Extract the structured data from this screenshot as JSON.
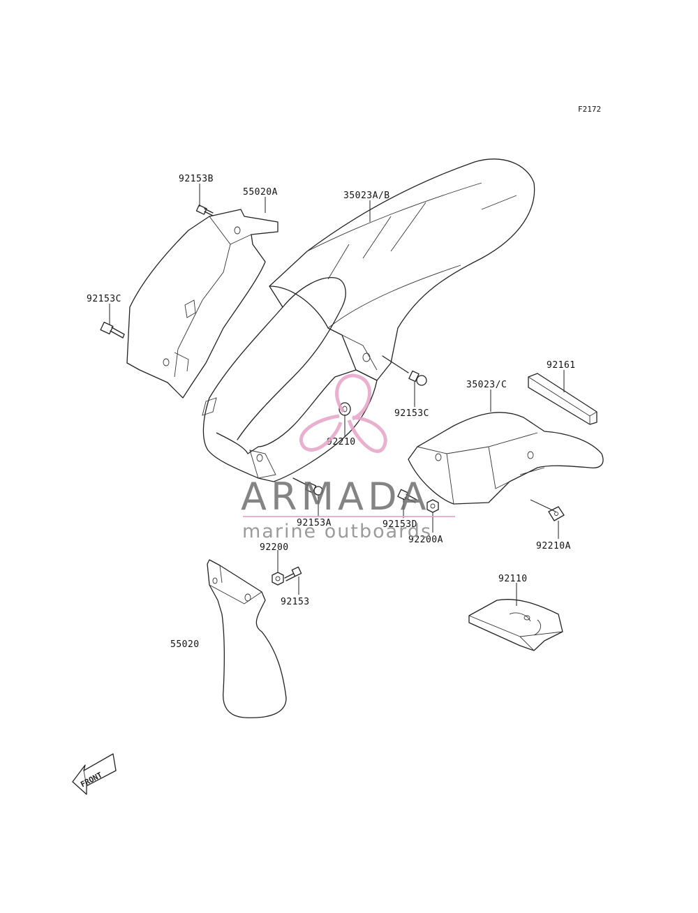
{
  "figure_code": "F2172",
  "parts": [
    {
      "id": "92153B",
      "label": "92153B"
    },
    {
      "id": "55020A",
      "label": "55020A"
    },
    {
      "id": "35023AB",
      "label": "35023A/B"
    },
    {
      "id": "92153C_a",
      "label": "92153C"
    },
    {
      "id": "92161",
      "label": "92161"
    },
    {
      "id": "35023C",
      "label": "35023/C"
    },
    {
      "id": "92153C_b",
      "label": "92153C"
    },
    {
      "id": "92210",
      "label": "92210"
    },
    {
      "id": "92153A",
      "label": "92153A"
    },
    {
      "id": "92153D",
      "label": "92153D"
    },
    {
      "id": "92200A",
      "label": "92200A"
    },
    {
      "id": "92210A",
      "label": "92210A"
    },
    {
      "id": "92200",
      "label": "92200"
    },
    {
      "id": "92153",
      "label": "92153"
    },
    {
      "id": "92110",
      "label": "92110"
    },
    {
      "id": "55020",
      "label": "55020"
    }
  ],
  "watermark": {
    "title": "ARMADA",
    "subtitle": "marine outboards",
    "accent_color": "#e7a3c8",
    "text_color": "#6f6f6f"
  },
  "direction_indicator": {
    "label": "FRONT",
    "icon": "front-arrow-icon"
  }
}
